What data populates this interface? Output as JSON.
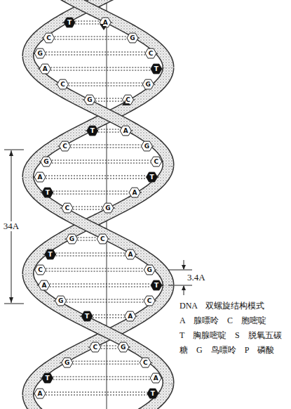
{
  "diagram": {
    "caption": "DNA　双螺旋结构模式",
    "labels": [
      "34A",
      "3.4A",
      "T",
      "A",
      "C",
      "G",
      "G",
      "C",
      "A",
      "T",
      "C",
      "G",
      "G",
      "C",
      "T",
      "A",
      "C",
      "G",
      "G",
      "C",
      "A",
      "T",
      "T",
      "A",
      "C",
      "G",
      "G",
      "C",
      "T",
      "A",
      "C",
      "G",
      "A",
      "T",
      "G",
      "C",
      "T",
      "A",
      "C",
      "G",
      "G",
      "C",
      "T",
      "A",
      "A",
      "T",
      "A　腺嘌呤　C　胞嘧啶",
      "T　胸腺嘧啶　S　脱氧五碳",
      "糖　G　鸟嘌呤　P　磷酸"
    ]
  }
}
